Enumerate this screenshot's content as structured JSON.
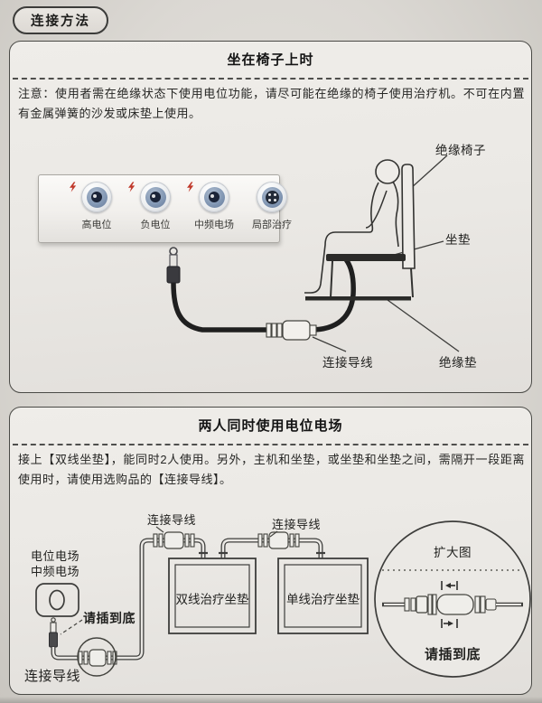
{
  "page": {
    "tag": "连接方法"
  },
  "panel1": {
    "title": "坐在椅子上时",
    "note": "注意：使用者需在绝缘状态下使用电位功能，请尽可能在绝缘的椅子使用治疗机。不可在内置有金属弹簧的沙发或床垫上使用。",
    "ports": [
      {
        "label": "高电位",
        "lightning": true
      },
      {
        "label": "负电位",
        "lightning": true
      },
      {
        "label": "中频电场",
        "lightning": true
      },
      {
        "label": "局部治疗",
        "lightning": false
      }
    ],
    "labels": {
      "insulated_chair": "绝缘椅子",
      "seat_cushion": "坐垫",
      "connecting_wire": "连接导线",
      "insulation_pad": "绝缘垫"
    }
  },
  "panel2": {
    "title": "两人同时使用电位电场",
    "body": "接上【双线坐垫】，能同时2人使用。另外，主机和坐垫，或坐垫和坐垫之间，需隔开一段距离使用时，请使用选购品的【连接导线】。",
    "labels": {
      "wire_top_left": "连接导线",
      "wire_top_right": "连接导线",
      "machine_port_line1": "电位电场",
      "machine_port_line2": "中频电场",
      "insert_fully_main": "请插到底",
      "wire_bottom_left": "连接导线",
      "cushion_double": "双线治疗坐垫",
      "cushion_single": "单线治疗坐垫",
      "enlarged_view": "扩大图",
      "insert_fully_enlarged": "请插到底"
    }
  },
  "colors": {
    "page_bg": "#d8d5d0",
    "panel_bg": "#ebe9e5",
    "line_art": "#3d3d3b",
    "cable_black": "#1f1f1f",
    "port_ring_blue": "#8499b5",
    "port_core_navy": "#1b2438",
    "lightning_red": "#c0392b"
  }
}
